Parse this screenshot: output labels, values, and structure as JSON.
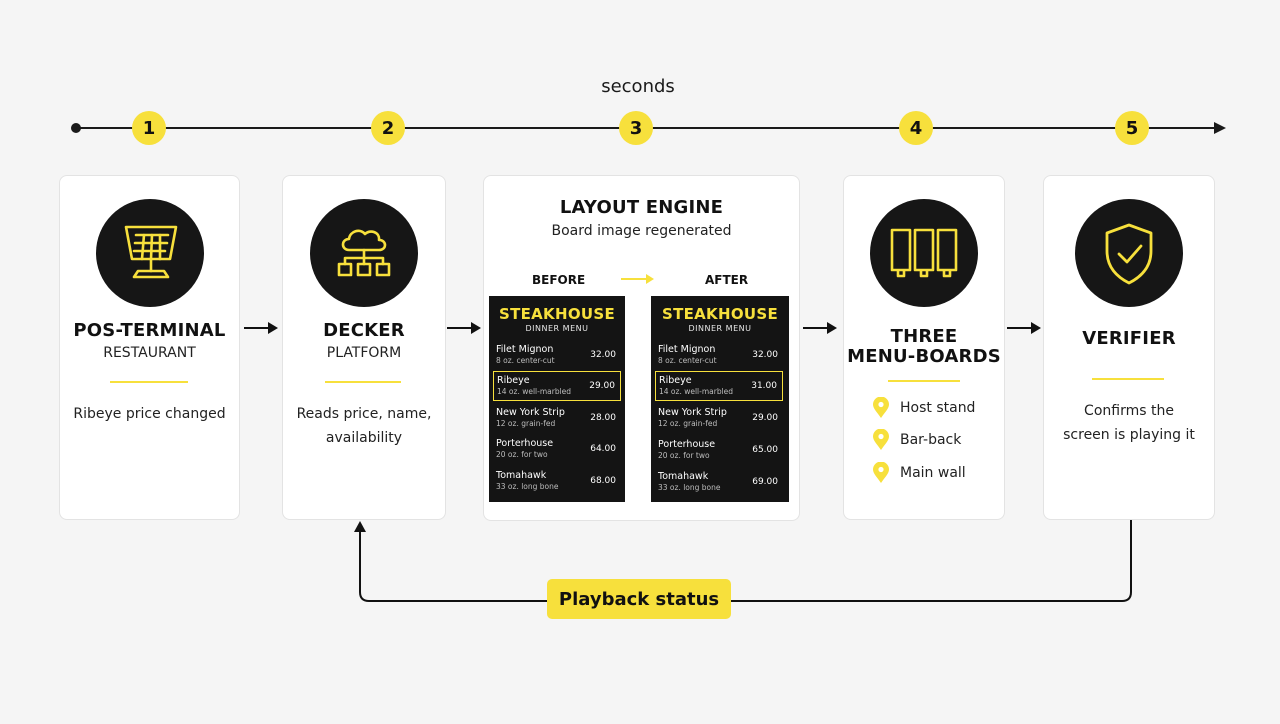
{
  "timeline": {
    "title": "seconds",
    "steps": [
      "1",
      "2",
      "3",
      "4",
      "5"
    ]
  },
  "cards": {
    "pos": {
      "title": "POS-TERMINAL",
      "subtitle": "RESTAURANT",
      "description": "Ribeye price changed",
      "icon": "pos-terminal-icon"
    },
    "decker": {
      "title": "DECKER",
      "subtitle": "PLATFORM",
      "description_line1": "Reads price, name,",
      "description_line2": "availability",
      "icon": "cloud-network-icon"
    },
    "layout": {
      "title": "LAYOUT ENGINE",
      "subtitle": "Board image regenerated",
      "before_label": "BEFORE",
      "after_label": "AFTER"
    },
    "boards": {
      "title_line1": "THREE",
      "title_line2": "MENU-BOARDS",
      "icon": "menu-boards-icon",
      "locations": [
        "Host stand",
        "Bar-back",
        "Main wall"
      ]
    },
    "verifier": {
      "title": "VERIFIER",
      "description_line1": "Confirms the",
      "description_line2": "screen is playing it",
      "icon": "shield-check-icon"
    }
  },
  "menu": {
    "title": "STEAKHOUSE",
    "subtitle": "DINNER MENU",
    "before": [
      {
        "name": "Filet Mignon",
        "desc": "8 oz. center-cut",
        "price": "32.00"
      },
      {
        "name": "Ribeye",
        "desc": "14 oz. well-marbled",
        "price": "29.00"
      },
      {
        "name": "New York Strip",
        "desc": "12 oz. grain-fed",
        "price": "28.00"
      },
      {
        "name": "Porterhouse",
        "desc": "20 oz. for two",
        "price": "64.00"
      },
      {
        "name": "Tomahawk",
        "desc": "33 oz. long bone",
        "price": "68.00"
      }
    ],
    "after": [
      {
        "name": "Filet Mignon",
        "desc": "8 oz. center-cut",
        "price": "32.00"
      },
      {
        "name": "Ribeye",
        "desc": "14 oz. well-marbled",
        "price": "31.00"
      },
      {
        "name": "New York Strip",
        "desc": "12 oz. grain-fed",
        "price": "29.00"
      },
      {
        "name": "Porterhouse",
        "desc": "20 oz. for two",
        "price": "65.00"
      },
      {
        "name": "Tomahawk",
        "desc": "33 oz. long bone",
        "price": "69.00"
      }
    ]
  },
  "feedback": {
    "label": "Playback status"
  },
  "colors": {
    "accent": "#f7e03c",
    "dark": "#161616",
    "card": "#ffffff",
    "background": "#f5f5f5"
  }
}
